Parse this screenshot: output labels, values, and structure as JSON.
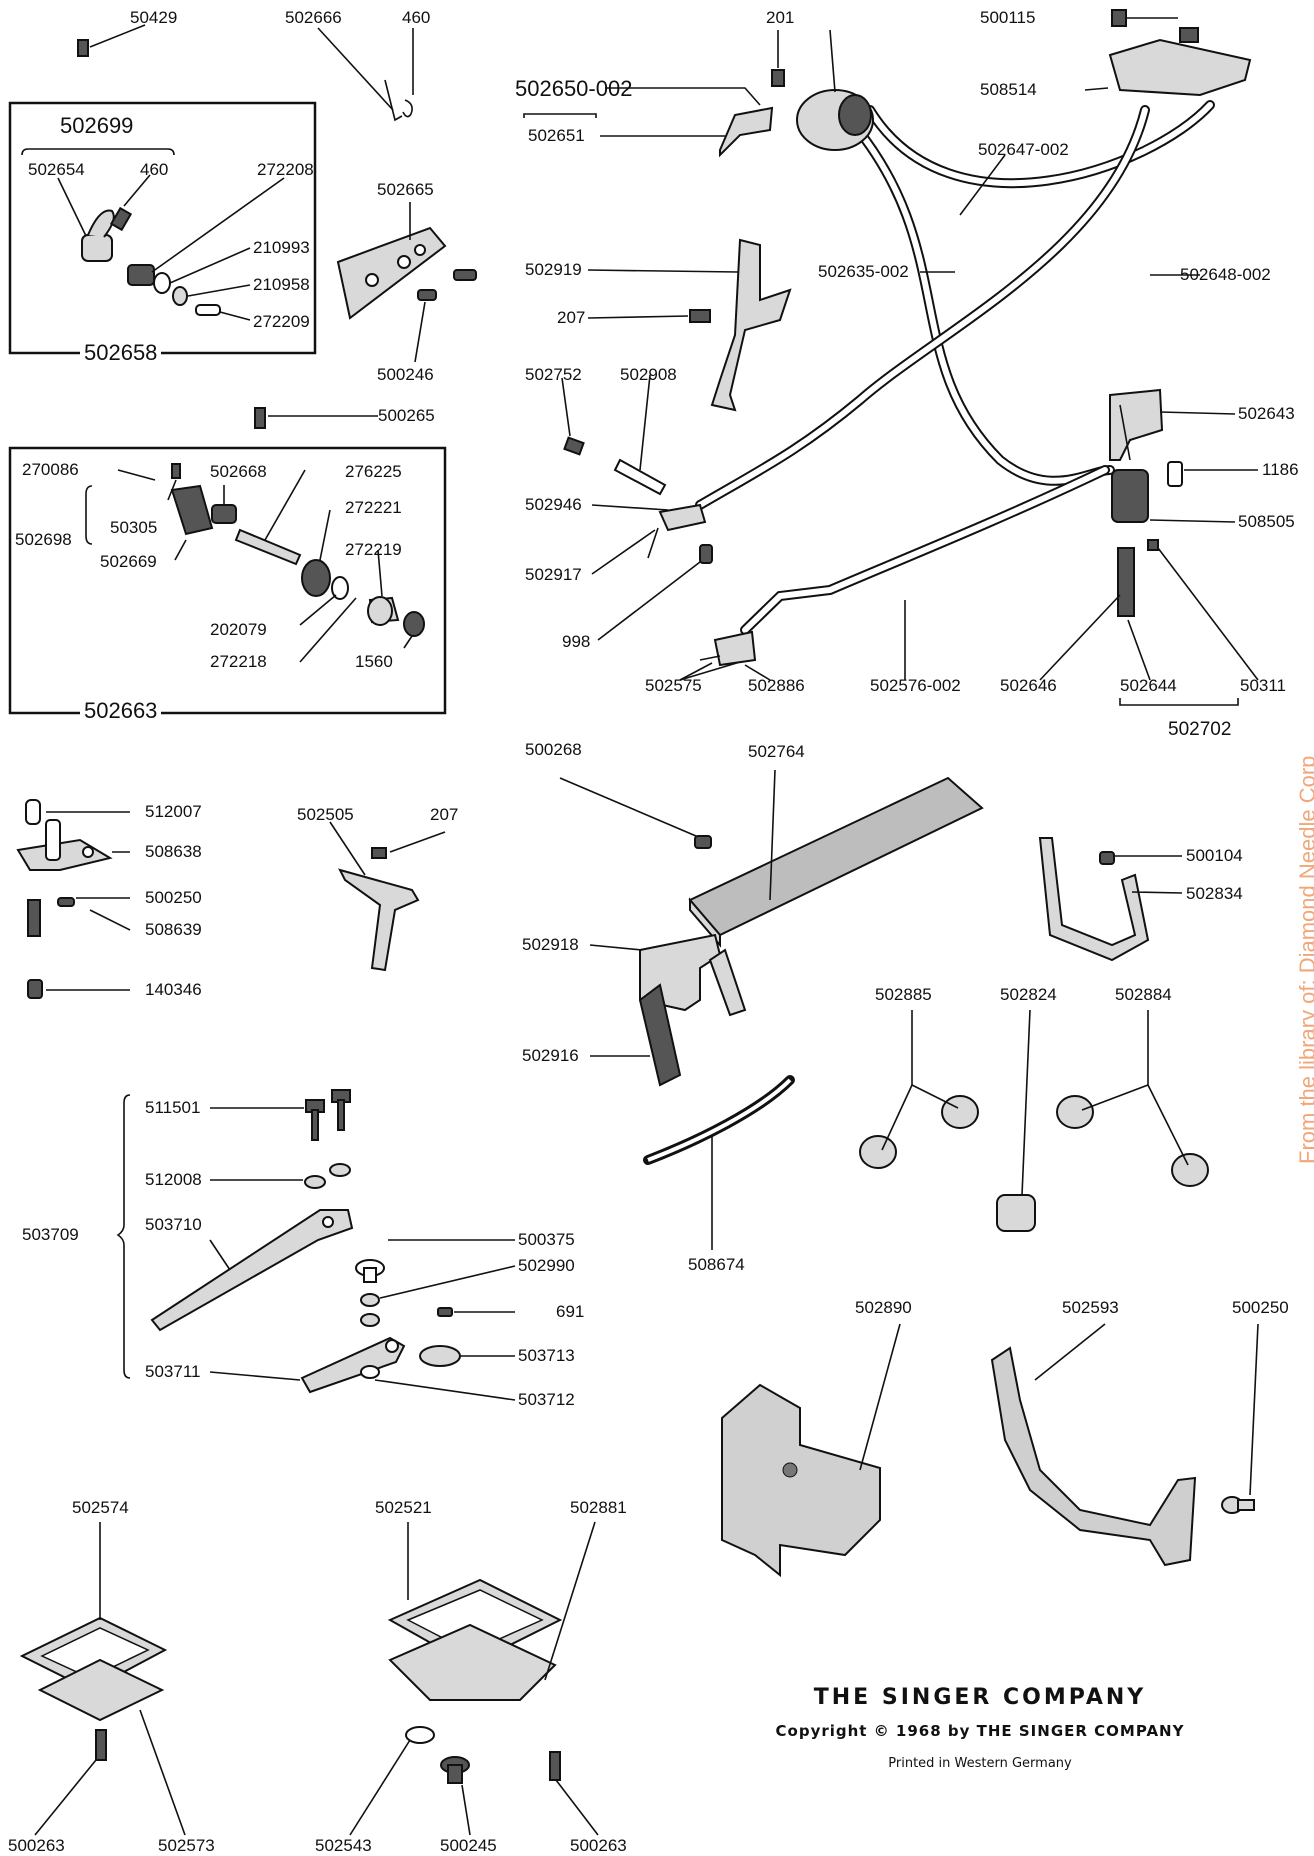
{
  "labels": [
    "50429",
    "502666",
    "460",
    "502699",
    "502654",
    "460",
    "272208",
    "210993",
    "210958",
    "272209",
    "502658",
    "502665",
    "500246",
    "500265",
    "270086",
    "502668",
    "276225",
    "272221",
    "272219",
    "50305",
    "502669",
    "502698",
    "202079",
    "272218",
    "1560",
    "502663",
    "512007",
    "508638",
    "500250",
    "508639",
    "140346",
    "502505",
    "207",
    "511501",
    "512008",
    "503709",
    "503710",
    "500375",
    "502990",
    "691",
    "503713",
    "503711",
    "503712",
    "502574",
    "502573",
    "500263",
    "502521",
    "502881",
    "502543",
    "500245",
    "500263",
    "201",
    "502650-002",
    "502651",
    "502919",
    "207",
    "502752",
    "502908",
    "502946",
    "502917",
    "998",
    "502575",
    "502886",
    "500115",
    "508514",
    "502647-002",
    "502635-002",
    "502648-002",
    "502643",
    "1186",
    "508505",
    "502576-002",
    "502646",
    "502644",
    "50311",
    "502702",
    "500268",
    "502764",
    "502918",
    "502916",
    "508674",
    "500104",
    "502834",
    "502885",
    "502824",
    "502884",
    "502890",
    "502593",
    "500250"
  ],
  "footer": {
    "company": "THE  SINGER  COMPANY",
    "copyright": "Copyright © 1968 by  THE  SINGER  COMPANY",
    "printed": "Printed in Western Germany"
  },
  "watermark": "From the library of: Diamond Needle Corp"
}
